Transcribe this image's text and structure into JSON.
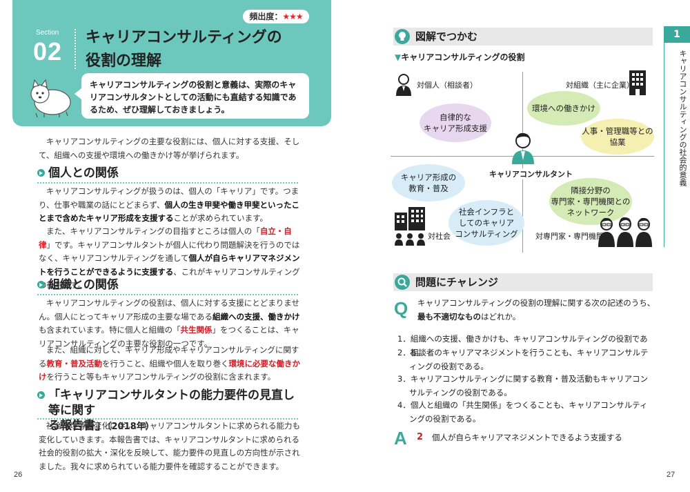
{
  "left": {
    "frequency_label": "頻出度：",
    "frequency_stars": "★★★",
    "section_label": "Section",
    "section_number": "02",
    "title_line1": "キャリアコンサルティングの",
    "title_line2": "役割の理解",
    "bubble_text": "キャリアコンサルティングの役割と意義は、実際のキャリアコンサルタントとしての活動にも直結する知識であるため、ぜひ理解しておきましょう。",
    "intro": "キャリアコンサルティングの主要な役割には、個人に対する支援、そして、組織への支援や環境への働きかけ等が挙げられます。",
    "h_individual": "個人との関係",
    "p1_a": "キャリアコンサルティングが扱うのは、個人の「キャリア」です。つまり、仕事や職業の話にとどまらず、",
    "p1_b": "個人の生き甲斐や働き甲斐といったことまで含めたキャリア形成を支援する",
    "p1_c": "ことが求められています。",
    "p2_a": "また、キャリアコンサルティングの目指すところは個人の「",
    "p2_red": "自立・自律",
    "p2_b": "」です。キャリアコンサルタントが個人に代わり問題解決を行うのではなく、キャリアコンサルティングを通して",
    "p2_bold": "個人が自らキャリアマネジメントを行うことができるように支援する",
    "p2_c": "、これがキャリアコンサルティングの役割です。",
    "h_org": "組織との関係",
    "p3_a": "キャリアコンサルティングの役割は、個人に対する支援にとどまりません。個人にとってキャリア形成の主要な場である",
    "p3_bold": "組織への支援、働きかけ",
    "p3_b": "も含まれています。特に個人と組織の「",
    "p3_red": "共生関係",
    "p3_c": "」をつくることは、キャリアコンサルティングの主要な役割の一つです。",
    "p4_a": "また、組織に対して、キャリア形成やキャリアコンサルティングに関する",
    "p4_red1": "教育・普及活動",
    "p4_b": "を行うこと、組織や個人を取り巻く",
    "p4_red2": "環境に必要な働きかけ",
    "p4_c": "を行うこと等もキャリアコンサルティングの役割に含まれます。",
    "h_report_1": "「キャリアコンサルタントの能力要件の見直し等に関す",
    "h_report_2": "る報告書」",
    "h_report_year": "（2018年）",
    "p5": "社会環境等の変化に伴い、キャリアコンサルタントに求められる能力も変化していきます。本報告書では、キャリアコンサルタントに求められる社会的役割の拡大・深化を反映して、能力要件の見直しの方向性が示されました。我々に求められている能力要件を確認することができます。",
    "page_number": "26"
  },
  "right": {
    "side_tab_number": "1",
    "side_tab_text": "キャリアコンサルティングの社会的意義",
    "bar1_label": "図解でつかむ",
    "diagram_title": "キャリアコンサルティングの役割",
    "label_individual": "対個人（相談者）",
    "label_org": "対組織（主に企業）",
    "label_society": "対社会",
    "label_expert": "対専門家・専門機関",
    "center_label": "キャリアコンサルタント",
    "blob_autonomy": "自律的な\nキャリア形成支援",
    "blob_environment": "環境への働きかけ",
    "blob_hr": "人事・管理職等との\n協業",
    "blob_education": "キャリア形成の\n教育・普及",
    "blob_infra": "社会インフラと\nしてのキャリア\nコンサルティング",
    "blob_network": "隣接分野の\n専門家・専門機関との\nネットワーク",
    "bar2_label": "問題にチャレンジ",
    "q_mark": "Q",
    "question_a": "キャリアコンサルティングの役割の理解に関する次の記述のうち、",
    "question_bold": "最も不適切なもの",
    "question_b": "はどれか。",
    "options": [
      "1．組織への支援、働きかけも、キャリアコンサルティングの役割である。",
      "2．相談者のキャリアマネジメントを行うことも、キャリアコンサルティングの役割である。",
      "3．キャリアコンサルティングに関する教育・普及活動もキャリアコンサルティングの役割である。",
      "4．個人と組織の「共生関係」をつくることも、キャリアコンサルティングの役割である。"
    ],
    "a_mark": "A",
    "answer_number": "2",
    "answer_text": "個人が自らキャリアマネジメントできるよう支援する",
    "page_number": "27"
  },
  "colors": {
    "teal": "#6cc7bd",
    "teal_dark": "#3aa89b",
    "red": "#d11e27"
  }
}
